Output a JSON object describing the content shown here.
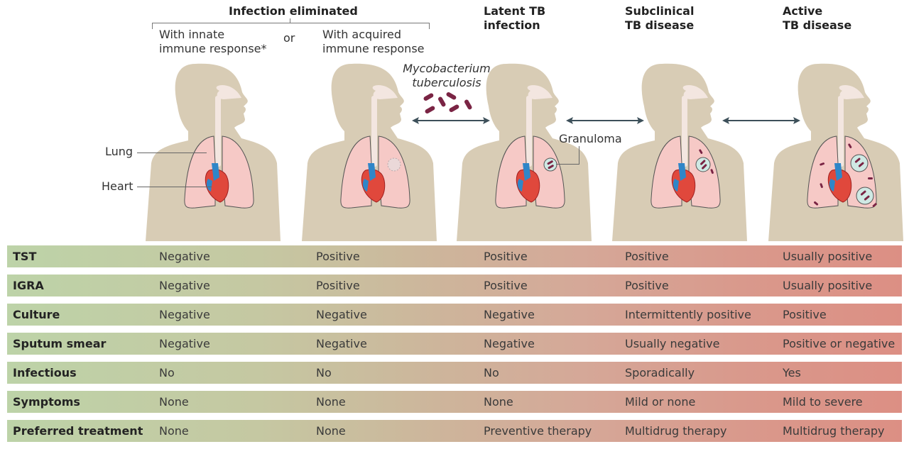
{
  "header": {
    "group_title": "Infection eliminated",
    "stage_innate": "With innate\nimmune response*",
    "stage_innate_l1": "With innate",
    "stage_innate_l2": "immune response*",
    "or_label": "or",
    "stage_acquired_l1": "With acquired",
    "stage_acquired_l2": "immune response",
    "latent_l1": "Latent TB",
    "latent_l2": "infection",
    "subclinical_l1": "Subclinical",
    "subclinical_l2": "TB disease",
    "active_l1": "Active",
    "active_l2": "TB disease"
  },
  "annotations": {
    "pathogen_l1": "Mycobacterium",
    "pathogen_l2": "tuberculosis",
    "lung": "Lung",
    "heart": "Heart",
    "granuloma": "Granuloma"
  },
  "colors": {
    "body": "#d8ccb5",
    "lung": "#f6c9c6",
    "bacteria": "#7a2444",
    "granuloma": "#cfe9e4",
    "arrow": "#3d505a",
    "row_start": "#bdd3a8",
    "row_end": "#dc8f84"
  },
  "table": {
    "columns": [
      "",
      "With innate immune response",
      "With acquired immune response",
      "Latent TB infection",
      "Subclinical TB disease",
      "Active TB disease"
    ],
    "rows": [
      {
        "label": "TST",
        "values": [
          "Negative",
          "Positive",
          "Positive",
          "Positive",
          "Usually positive"
        ]
      },
      {
        "label": "IGRA",
        "values": [
          "Negative",
          "Positive",
          "Positive",
          "Positive",
          "Usually positive"
        ]
      },
      {
        "label": "Culture",
        "values": [
          "Negative",
          "Negative",
          "Negative",
          "Intermittently positive",
          "Positive"
        ]
      },
      {
        "label": "Sputum smear",
        "values": [
          "Negative",
          "Negative",
          "Negative",
          "Usually negative",
          "Positive or negative"
        ]
      },
      {
        "label": "Infectious",
        "values": [
          "No",
          "No",
          "No",
          "Sporadically",
          "Yes"
        ]
      },
      {
        "label": "Symptoms",
        "values": [
          "None",
          "None",
          "None",
          "Mild or none",
          "Mild to severe"
        ]
      },
      {
        "label": "Preferred treatment",
        "values": [
          "None",
          "None",
          "Preventive therapy",
          "Multidrug therapy",
          "Multidrug therapy"
        ]
      }
    ]
  }
}
